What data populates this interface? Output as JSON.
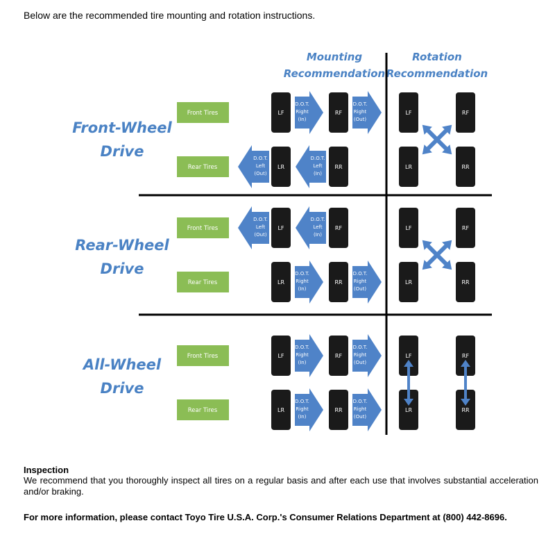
{
  "intro": "Below are the recommended tire mounting and rotation instructions.",
  "colors": {
    "heading_blue": "#4a82c4",
    "arrow_blue": "#4f83c8",
    "tire_black": "#1a1a1a",
    "label_green": "#8bbd55"
  },
  "headers": {
    "mounting_line1": "Mounting",
    "mounting_line2": "Recommendation",
    "rotation_line1": "Rotation",
    "rotation_line2": "Recommendation"
  },
  "sections": [
    {
      "title_line1": "Front-Wheel",
      "title_line2": "Drive",
      "front_label": "Front Tires",
      "rear_label": "Rear Tires",
      "mount_front": {
        "left_tire": "LF",
        "right_tire": "RF",
        "arrow1": [
          "D.O.T.",
          "Right",
          "(In)"
        ],
        "arrow2": [
          "D.O.T.",
          "Right",
          "(Out)"
        ]
      },
      "mount_rear": {
        "left_tire": "LR",
        "right_tire": "RR",
        "arrow1": [
          "D.O.T.",
          "Left",
          "(Out)"
        ],
        "arrow2": [
          "D.O.T.",
          "Left",
          "(In)"
        ]
      },
      "rotation": {
        "lf": "LF",
        "rf": "RF",
        "lr": "LR",
        "rr": "RR",
        "pattern": "x-cross"
      }
    },
    {
      "title_line1": "Rear-Wheel",
      "title_line2": "Drive",
      "front_label": "Front Tires",
      "rear_label": "Rear Tires",
      "mount_front": {
        "left_tire": "LF",
        "right_tire": "RF",
        "arrow1": [
          "D.O.T.",
          "Left",
          "(Out)"
        ],
        "arrow2": [
          "D.O.T.",
          "Left",
          "(In)"
        ]
      },
      "mount_rear": {
        "left_tire": "LR",
        "right_tire": "RR",
        "arrow1": [
          "D.O.T.",
          "Right",
          "(In)"
        ],
        "arrow2": [
          "D.O.T.",
          "Right",
          "(Out)"
        ]
      },
      "rotation": {
        "lf": "LF",
        "rf": "RF",
        "lr": "LR",
        "rr": "RR",
        "pattern": "x-cross"
      }
    },
    {
      "title_line1": "All-Wheel",
      "title_line2": "Drive",
      "front_label": "Front Tires",
      "rear_label": "Rear Tires",
      "mount_front": {
        "left_tire": "LF",
        "right_tire": "RF",
        "arrow1": [
          "D.O.T.",
          "Right",
          "(In)"
        ],
        "arrow2": [
          "D.O.T.",
          "Right",
          "(Out)"
        ]
      },
      "mount_rear": {
        "left_tire": "LR",
        "right_tire": "RR",
        "arrow1": [
          "D.O.T.",
          "Right",
          "(In)"
        ],
        "arrow2": [
          "D.O.T.",
          "Right",
          "(Out)"
        ]
      },
      "rotation": {
        "lf": "LF",
        "rf": "RF",
        "lr": "LR",
        "rr": "RR",
        "pattern": "vertical-swap"
      }
    }
  ],
  "inspection": {
    "title": "Inspection",
    "body": "We recommend that you thoroughly inspect all tires on a regular basis and after each use that involves substantial acceleration and/or braking."
  },
  "contact": "For more information, please contact Toyo Tire U.S.A. Corp.'s Consumer Relations Department at (800) 442-8696."
}
